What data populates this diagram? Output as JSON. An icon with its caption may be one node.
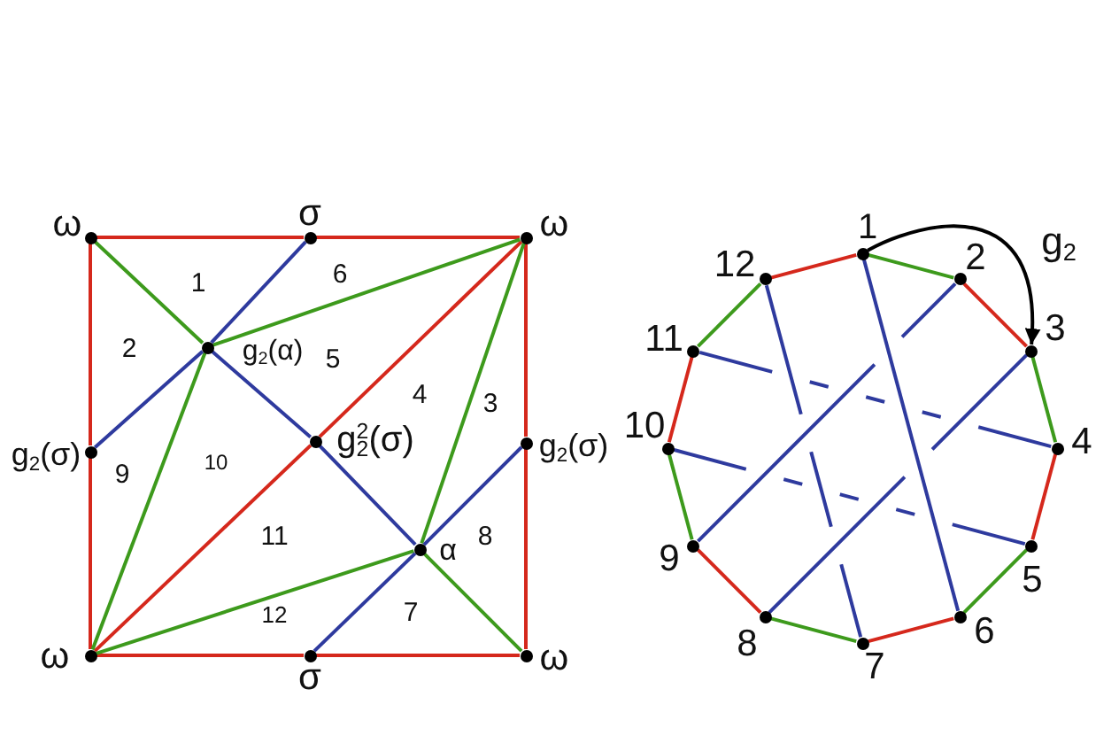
{
  "diagram": {
    "nodes": [
      {
        "text": [],
        "shape": "circle",
        "beside": [
          "ω"
        ]
      },
      {
        "text": [],
        "shape": "circle",
        "beside": [
          "σ"
        ]
      },
      {
        "text": [],
        "shape": "circle",
        "beside": [
          "ω"
        ]
      },
      {
        "text": [],
        "shape": "circle",
        "beside": [
          "g$_{2}$(α)"
        ]
      },
      {
        "text": [],
        "shape": "circle",
        "beside": [
          "g$_{2}$(σ)"
        ]
      },
      {
        "text": [],
        "shape": "circle",
        "beside": [
          "g$_{2}$$^{2}$(σ)"
        ]
      },
      {
        "text": [],
        "shape": "circle",
        "beside": [
          "g$_{2}$(σ)"
        ]
      },
      {
        "text": [],
        "shape": "circle",
        "beside": [
          "α"
        ]
      },
      {
        "text": [],
        "shape": "circle",
        "beside": [
          "ω"
        ]
      },
      {
        "text": [],
        "shape": "circle",
        "beside": [
          "σ"
        ]
      },
      {
        "text": [],
        "shape": "circle",
        "beside": [
          "ω"
        ]
      },
      {
        "text": [],
        "shape": "circle",
        "beside": [
          "1"
        ]
      },
      {
        "text": [],
        "shape": "circle",
        "beside": [
          "2"
        ]
      },
      {
        "text": [],
        "shape": "circle",
        "beside": [
          "3"
        ]
      },
      {
        "text": [],
        "shape": "circle",
        "beside": [
          "4"
        ]
      },
      {
        "text": [],
        "shape": "circle",
        "beside": [
          "5"
        ]
      },
      {
        "text": [],
        "shape": "circle",
        "beside": [
          "6"
        ]
      },
      {
        "text": [],
        "shape": "circle",
        "beside": [
          "7"
        ]
      },
      {
        "text": [],
        "shape": "circle",
        "beside": [
          "8"
        ]
      },
      {
        "text": [],
        "shape": "circle",
        "beside": [
          "9"
        ]
      },
      {
        "text": [],
        "shape": "circle",
        "beside": [
          "10"
        ]
      },
      {
        "text": [],
        "shape": "circle",
        "beside": [
          "11"
        ]
      },
      {
        "text": [],
        "shape": "circle",
        "beside": [
          "12"
        ]
      }
    ],
    "edges": [
      {
        "from": 0,
        "to": 1,
        "arrow": "none"
      },
      {
        "from": 1,
        "to": 2,
        "arrow": "none"
      },
      {
        "from": 0,
        "to": 4,
        "arrow": "none"
      },
      {
        "from": 4,
        "to": 8,
        "arrow": "none"
      },
      {
        "from": 2,
        "to": 6,
        "arrow": "none"
      },
      {
        "from": 6,
        "to": 10,
        "arrow": "none"
      },
      {
        "from": 8,
        "to": 9,
        "arrow": "none"
      },
      {
        "from": 9,
        "to": 10,
        "arrow": "none"
      },
      {
        "from": 2,
        "to": 5,
        "arrow": "none"
      },
      {
        "from": 5,
        "to": 8,
        "arrow": "none"
      },
      {
        "from": 0,
        "to": 3,
        "arrow": "none",
        "color": "#3d9a1c"
      },
      {
        "from": 3,
        "to": 2,
        "arrow": "none",
        "color": "#3d9a1c"
      },
      {
        "from": 3,
        "to": 8,
        "arrow": "none",
        "color": "#3d9a1c"
      },
      {
        "from": 2,
        "to": 7,
        "arrow": "none",
        "color": "#3d9a1c"
      },
      {
        "from": 7,
        "to": 10,
        "arrow": "none",
        "color": "#3d9a1c"
      },
      {
        "from": 7,
        "to": 8,
        "arrow": "none",
        "color": "#3d9a1c"
      },
      {
        "from": 1,
        "to": 3,
        "arrow": "none",
        "color": "#2e3a9e"
      },
      {
        "from": 3,
        "to": 4,
        "arrow": "none",
        "color": "#2e3a9e"
      },
      {
        "from": 3,
        "to": 5,
        "arrow": "none",
        "color": "#2e3a9e"
      },
      {
        "from": 5,
        "to": 7,
        "arrow": "none",
        "color": "#2e3a9e"
      },
      {
        "from": 7,
        "to": 9,
        "arrow": "none",
        "color": "#2e3a9e"
      },
      {
        "from": 7,
        "to": 6,
        "arrow": "none",
        "color": "#2e3a9e"
      },
      {
        "from": 11,
        "to": 12,
        "arrow": "none",
        "color": "#3d9a1c"
      },
      {
        "from": 12,
        "to": 13,
        "arrow": "none"
      },
      {
        "from": 13,
        "to": 14,
        "arrow": "none",
        "color": "#3d9a1c"
      },
      {
        "from": 14,
        "to": 15,
        "arrow": "none"
      },
      {
        "from": 15,
        "to": 16,
        "arrow": "none",
        "color": "#3d9a1c"
      },
      {
        "from": 16,
        "to": 17,
        "arrow": "none"
      },
      {
        "from": 17,
        "to": 18,
        "arrow": "none",
        "color": "#3d9a1c"
      },
      {
        "from": 18,
        "to": 19,
        "arrow": "none"
      },
      {
        "from": 19,
        "to": 20,
        "arrow": "none",
        "color": "#3d9a1c"
      },
      {
        "from": 20,
        "to": 21,
        "arrow": "none"
      },
      {
        "from": 21,
        "to": 22,
        "arrow": "none",
        "color": "#3d9a1c"
      },
      {
        "from": 22,
        "to": 11,
        "arrow": "none"
      },
      {
        "from": 11,
        "to": 16,
        "arrow": "none",
        "color": "#2e3a9e"
      },
      {
        "from": 12,
        "to": 19,
        "arrow": "none",
        "color": "#2e3a9e"
      },
      {
        "from": 13,
        "to": 18,
        "arrow": "none",
        "color": "#2e3a9e"
      },
      {
        "from": 14,
        "to": 21,
        "arrow": "none",
        "color": "#2e3a9e"
      },
      {
        "from": 15,
        "to": 20,
        "arrow": "none",
        "color": "#2e3a9e"
      },
      {
        "from": 22,
        "to": 17,
        "arrow": "none",
        "color": "#2e3a9e"
      },
      {
        "from": 11,
        "to": 13,
        "arrow": "to",
        "color": "#000000",
        "label": "g$_{2}$"
      }
    ],
    "labels": [
      "1",
      "6",
      "2",
      "5",
      "4",
      "3",
      "9",
      "10",
      "11",
      "8",
      "12",
      "7"
    ]
  }
}
